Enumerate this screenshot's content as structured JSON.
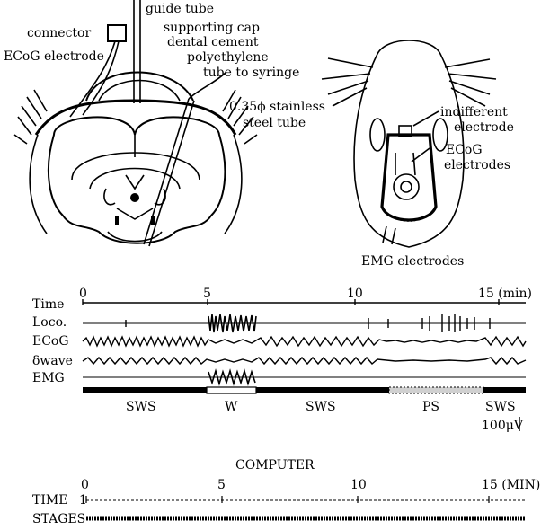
{
  "brain_diagram": {
    "guide_tube": "guide tube",
    "connector": "connector",
    "supporting_cap": "supporting cap",
    "dental_cement": "dental cement",
    "polyethylene": "polyethylene",
    "tube_to_syringe": "tube to syringe",
    "ecog_electrode": "ECoG electrode",
    "stainless_1": "0.35ϕ stainless",
    "stainless_2": "steel tube"
  },
  "rat_diagram": {
    "indifferent_1": "indifferent",
    "indifferent_2": "electrode",
    "ecog_1": "ECoG",
    "ecog_2": "electrodes",
    "emg": "EMG  electrodes"
  },
  "recording": {
    "time_label": "Time",
    "ticks": [
      "0",
      "5",
      "10",
      "15 (min)"
    ],
    "channels": [
      "Loco.",
      "ECoG",
      "δwave",
      "EMG"
    ],
    "stages": [
      "SWS",
      "W",
      "SWS",
      "PS",
      "SWS"
    ],
    "scale": "100μV"
  },
  "computer": {
    "title": "COMPUTER",
    "time_label": "TIME",
    "time_value": "1",
    "ticks": [
      "0",
      "5",
      "10",
      "15 (MIN)"
    ],
    "stages_label": "STAGES"
  }
}
